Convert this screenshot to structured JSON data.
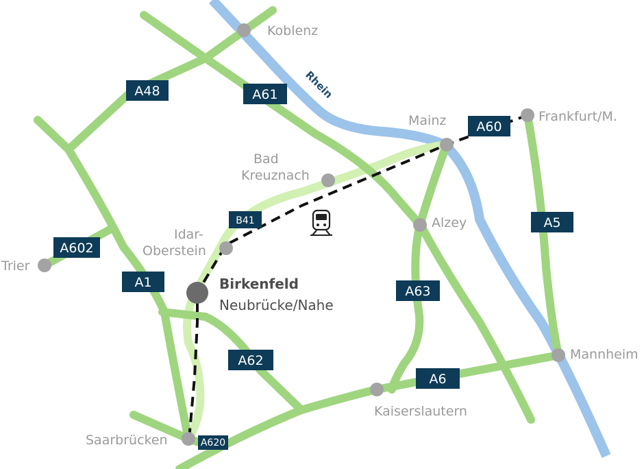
{
  "colors": {
    "motorway": "#9fd57f",
    "federal_road": "#d2f0b2",
    "river": "#9cc3ea",
    "shield": "#0e3b57",
    "city_dot": "#a3a3a3",
    "main_dot": "#6b6b6b",
    "rail": "#111111"
  },
  "river": {
    "name": "Rhein"
  },
  "roads": {
    "A48": "A48",
    "A61": "A61",
    "A60": "A60",
    "A602": "A602",
    "A1": "A1",
    "B41": "B41",
    "A5": "A5",
    "A63": "A63",
    "A62": "A62",
    "A6": "A6",
    "A620": "A620"
  },
  "cities": {
    "koblenz": "Koblenz",
    "mainz": "Mainz",
    "frankfurt": "Frankfurt/M.",
    "bad_kreuznach_line1": "Bad",
    "bad_kreuznach_line2": "Kreuznach",
    "idar_line1": "Idar-",
    "idar_line2": "Oberstein",
    "alzey": "Alzey",
    "trier": "Trier",
    "birkenfeld": "Birkenfeld",
    "neubruecke": "Neubrücke/Nahe",
    "mannheim": "Mannheim",
    "kaiserslautern": "Kaiserslautern",
    "saarbruecken": "Saarbrücken"
  },
  "icons": {
    "train": "train-icon"
  }
}
